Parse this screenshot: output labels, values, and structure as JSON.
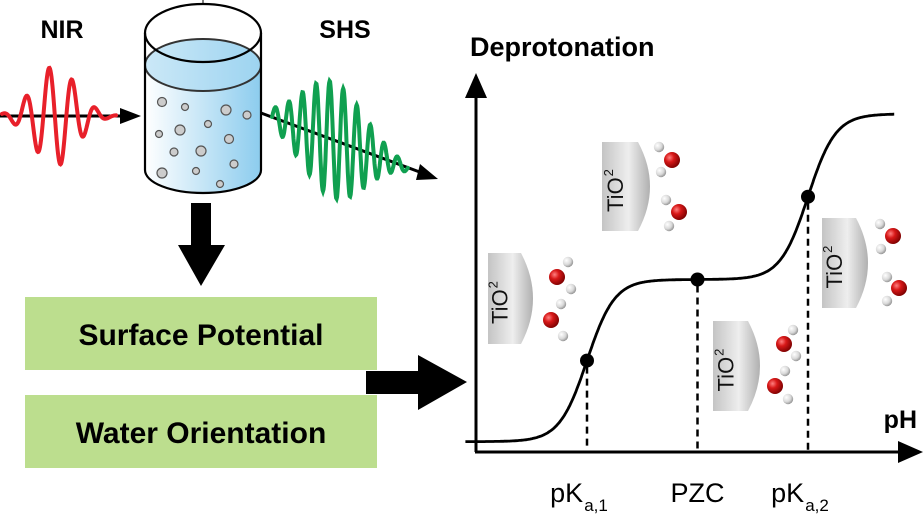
{
  "setup": {
    "incident_label": "NIR",
    "scattered_label": "SHS",
    "incident_color": "#e8202a",
    "scattered_color": "#10a050",
    "water_color": "#8cccee"
  },
  "outcomes": {
    "box_color": "#bcde8e",
    "items": [
      {
        "label": "Surface Potential"
      },
      {
        "label": "Water Orientation"
      }
    ]
  },
  "chart_data": {
    "type": "line",
    "title": "",
    "ylabel": "Deprotonation",
    "xlabel": "pH",
    "grid": false,
    "description": "Two-step sigmoidal deprotonation curve of TiO2 surface vs pH",
    "xlim": [
      0,
      10
    ],
    "ylim": [
      0,
      1
    ],
    "plateaus": [
      0.03,
      0.5,
      0.98
    ],
    "markers": [
      {
        "label": "pK",
        "sub": "a,1",
        "x": 2.5,
        "y": 0.25
      },
      {
        "label": "PZC",
        "sub": "",
        "x": 5.0,
        "y": 0.5
      },
      {
        "label": "pK",
        "sub": "a,2",
        "x": 7.5,
        "y": 0.75
      }
    ],
    "surface_label": "TiO",
    "surface_sub": "2",
    "insets": [
      {
        "region": "low-pH",
        "water_orientation": "H-up (protons toward surface)"
      },
      {
        "region": "between-pKa1-PZC",
        "water_orientation": "O-right"
      },
      {
        "region": "between-PZC-pKa2",
        "water_orientation": "O-left"
      },
      {
        "region": "high-pH",
        "water_orientation": "O-right"
      }
    ]
  }
}
